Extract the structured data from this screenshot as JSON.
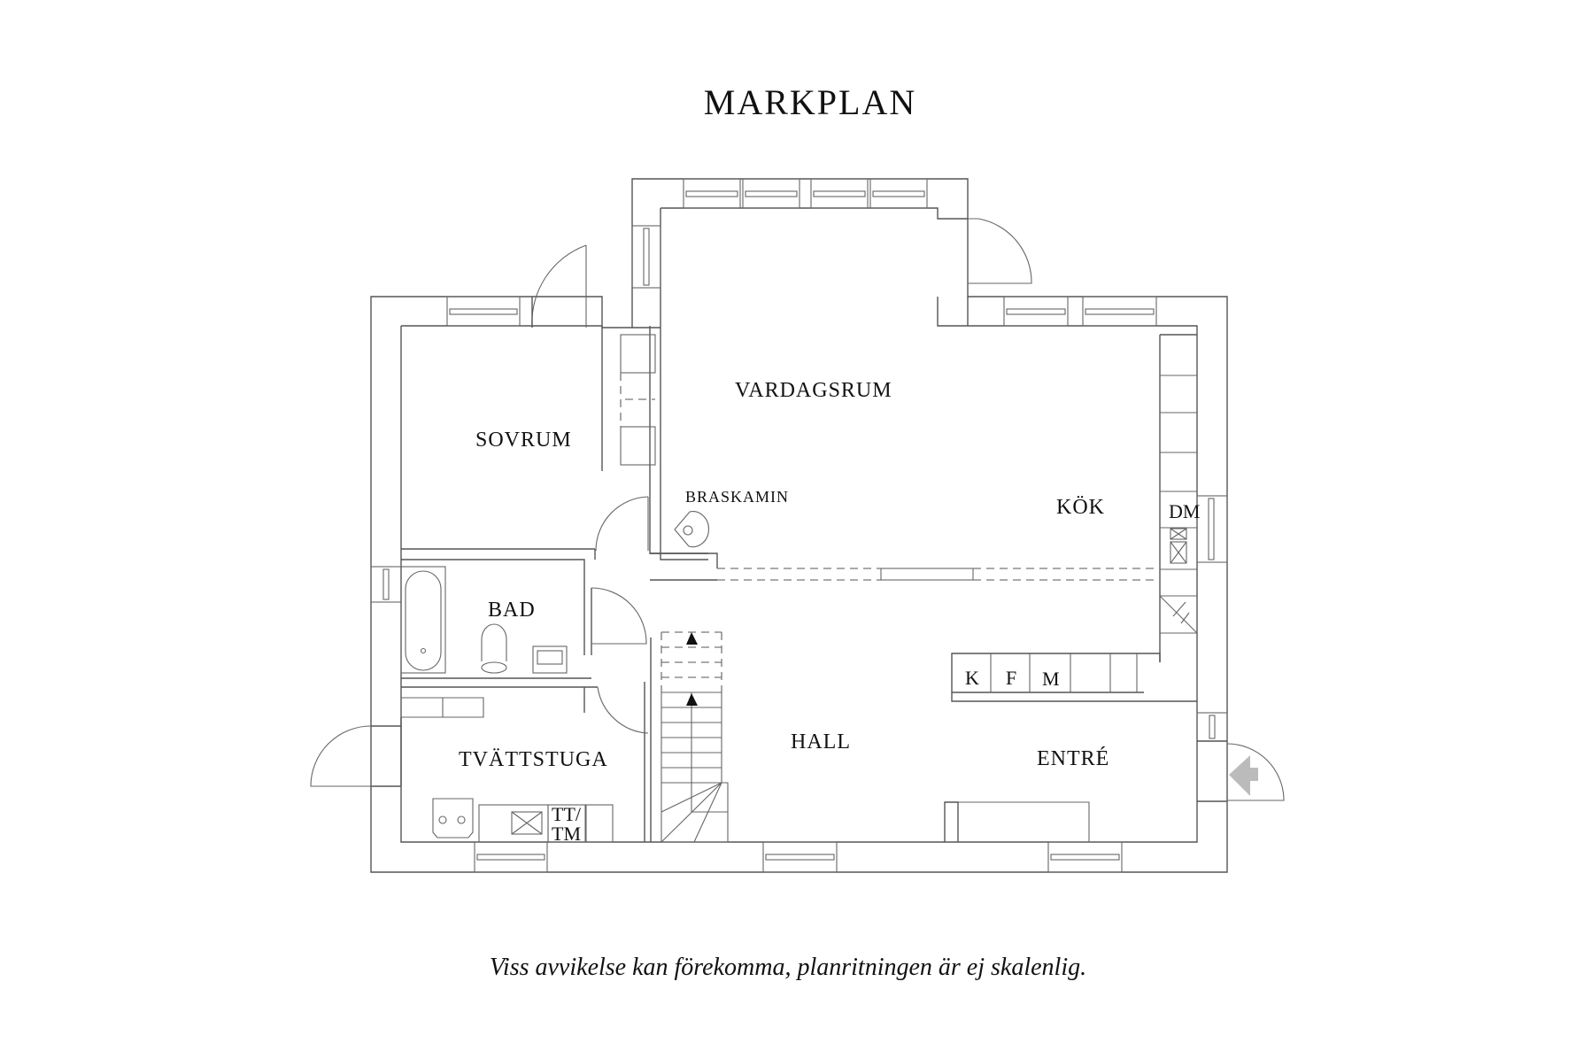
{
  "title": "MARKPLAN",
  "footer": "Viss avvikelse kan förekomma, planritningen är ej skalenlig.",
  "rooms": {
    "sovrum": "SOVRUM",
    "vardagsrum": "VARDAGSRUM",
    "kok": "KÖK",
    "bad": "BAD",
    "tvattstuga": "TVÄTTSTUGA",
    "hall": "HALL",
    "entre": "ENTRÉ"
  },
  "fixtures": {
    "braskamin": "BRASKAMIN",
    "dishwasher": "DM",
    "fridge_k": "K",
    "freezer_f": "F",
    "microwave_m": "M",
    "tumble_dryer_line1": "TT/",
    "tumble_dryer_line2": "TM"
  },
  "colors": {
    "line": "#555555",
    "background": "#ffffff",
    "text": "#111111",
    "entrance_arrow": "#bbbbbb"
  }
}
